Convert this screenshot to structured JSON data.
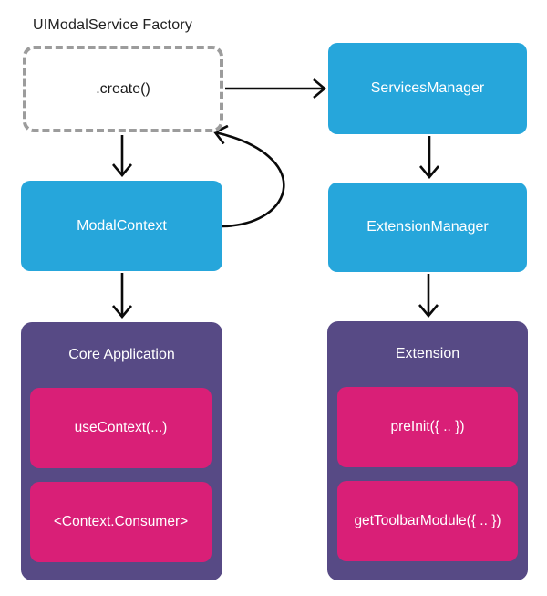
{
  "diagram": {
    "title": "UIModalService Factory",
    "factory": {
      "method": ".create()"
    },
    "services_manager": {
      "label": "ServicesManager"
    },
    "modal_context": {
      "label": "ModalContext"
    },
    "extension_manager": {
      "label": "ExtensionManager"
    },
    "core_application": {
      "title": "Core Application",
      "items": [
        "useContext(...)",
        "<Context.Consumer>"
      ]
    },
    "extension": {
      "title": "Extension",
      "items": [
        "preInit({ .. })",
        "getToolbarModule({ .. })"
      ]
    },
    "edges": [
      {
        "from": ".create()",
        "to": "ServicesManager"
      },
      {
        "from": ".create()",
        "to": "ModalContext"
      },
      {
        "from": "ModalContext",
        "to": ".create()"
      },
      {
        "from": "ServicesManager",
        "to": "ExtensionManager"
      },
      {
        "from": "ModalContext",
        "to": "Core Application"
      },
      {
        "from": "ExtensionManager",
        "to": "Extension"
      }
    ],
    "colors": {
      "node_blue": "#26a6db",
      "group_purple": "#574a85",
      "pill_pink": "#d91f77",
      "dashed_border": "#9c9c9c",
      "arrow": "#0a0a0a",
      "text_dark": "#212121",
      "text_light": "#ffffff",
      "background": "#ffffff"
    }
  }
}
